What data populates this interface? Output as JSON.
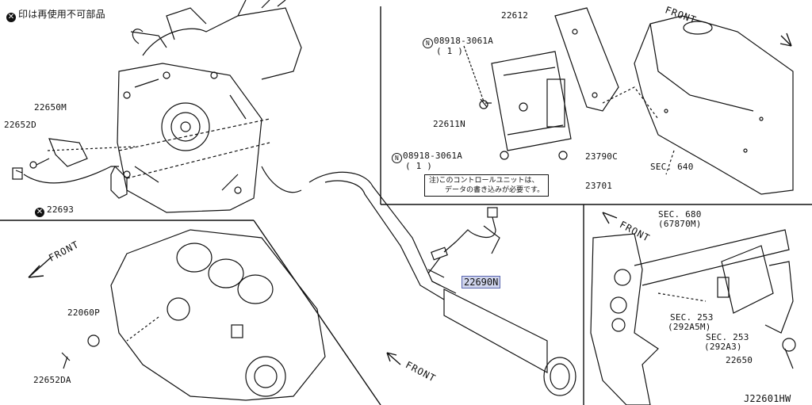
{
  "legend_notice": "印は再使用不可部品",
  "code": "J22601HW",
  "parts": {
    "p22650M": "22650M",
    "p22652D": "22652D",
    "p22693": "22693",
    "p22612": "22612",
    "bolt_top": "08918-3061A",
    "bolt_top_qty": "( 1 )",
    "p22611N": "22611N",
    "bolt_bottom": "08918-3061A",
    "bolt_bottom_qty": "( 1 )",
    "p23790C": "23790C",
    "p23701": "23701",
    "sec640": "SEC. 640",
    "p22690N": "22690N",
    "sec680": "SEC. 680",
    "sec680_sub": "(67870M)",
    "sec253a": "SEC. 253",
    "sec253a_sub": "(292A5M)",
    "sec253b": "SEC. 253",
    "sec253b_sub": "(292A3)",
    "p22650": "22650",
    "p22060P": "22060P",
    "p22652DA": "22652DA"
  },
  "note": {
    "line1": "注)このコントロールユニットは、",
    "line2": "データの書き込みが必要です。"
  },
  "front_labels": {
    "top_right": "FRONT",
    "mid_left": "FRONT",
    "bottom_center": "FRONT",
    "right_panel": "FRONT"
  },
  "symbols": {
    "x_mark": "✕",
    "n_mark": "N"
  }
}
